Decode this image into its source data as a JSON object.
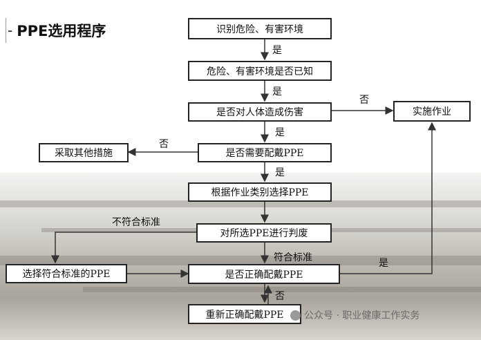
{
  "title": {
    "mark": "-",
    "text": "PPE选用程序"
  },
  "nodes": {
    "identify": "识别危险、有害环境",
    "known": "危险、有害环境是否已知",
    "harm": "是否对人体造成伤害",
    "implement": "实施作业",
    "need": "是否需要配戴PPE",
    "other": "采取其他措施",
    "select": "根据作业类别选择PPE",
    "judge": "对所选PPE进行判废",
    "choose_std": "选择符合标准的PPE",
    "correct": "是否正确配戴PPE",
    "rewear": "重新正确配戴PPE"
  },
  "labels": {
    "yes1": "是",
    "yes2": "是",
    "yes3": "是",
    "yes4": "是",
    "no_harm": "否",
    "no_need": "否",
    "not_std": "不符合标准",
    "std_ok": "符合标准",
    "yes_correct": "是",
    "no_correct": "否"
  },
  "watermark": "公众号 · 职业健康工作实务"
}
